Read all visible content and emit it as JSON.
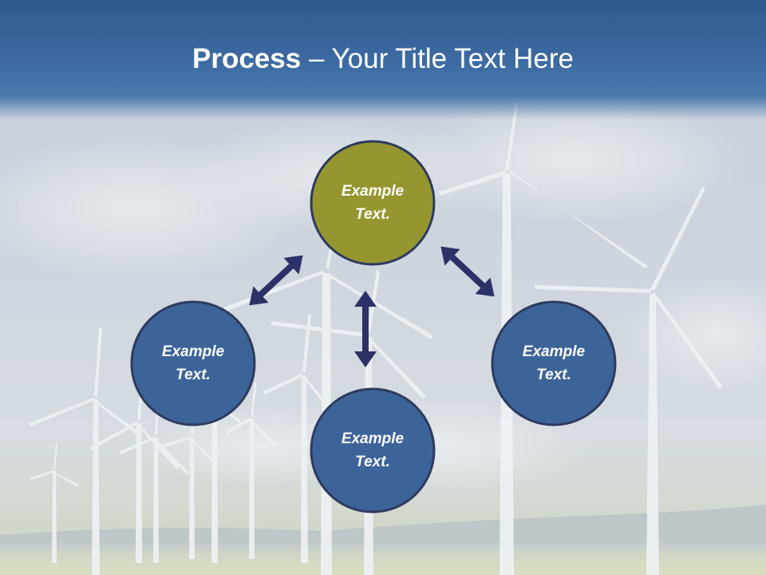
{
  "slide": {
    "title_bold": "Process",
    "title_rest": " – Your Title Text Here"
  },
  "nodes": [
    {
      "id": "top",
      "label": "Example\nText.",
      "color": "#969630"
    },
    {
      "id": "left",
      "label": "Example\nText.",
      "color": "#3d6499"
    },
    {
      "id": "bottom",
      "label": "Example\nText.",
      "color": "#3d6499"
    },
    {
      "id": "right",
      "label": "Example\nText.",
      "color": "#3d6499"
    }
  ],
  "colors": {
    "arrow": "#2c3168",
    "node_border": "#2e3a5e",
    "header": "#3d6ca3"
  },
  "background": {
    "image_subject": "wind-turbines-field"
  }
}
